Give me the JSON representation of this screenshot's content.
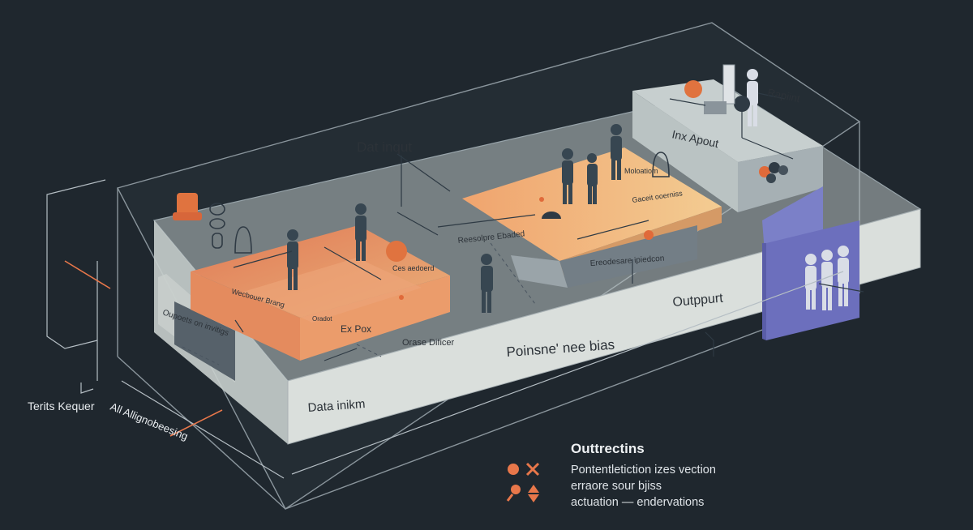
{
  "diagram": {
    "labels": {
      "data_input": "Dat inqut",
      "inx_apout": "Inx Apout",
      "rapiint": "Rapiint",
      "moloatiom": "Moloatiom",
      "gaceit_ooerniss": "Gaceit ooerniss",
      "reesolpre_ebaded": "Reesolpre Ebaded",
      "ereodesare_ipiedcon": "Ereodesare ipiedcon",
      "ces_aedoerd": "Ces aedoerd",
      "wecbouer_brang": "Wecbouer Brang",
      "oradot": "Oradot",
      "ex_pox": "Ex Pox",
      "oupoets_on_invitigs": "Oupoets on invitigs",
      "orase_dificer": "Orase Dificer",
      "output": "Outppurt",
      "poinsne_nee_bias": "Poinsne' nee bias",
      "data_inikm": "Data inikm",
      "terits_kequer": "Terits Kequer",
      "all_alignment": "All Allignobeesing"
    }
  },
  "legend": {
    "title": "Outtrectins",
    "lines": [
      "Pontentletiction izes vection",
      "erraore sour bjiss",
      "actuation — endervations"
    ]
  },
  "colors": {
    "background": "#1f272e",
    "accent": "#e8774a",
    "platform": "#c9d2d2",
    "orange_zone": "#e79566",
    "input_zone": "#f0b77f",
    "purple_block": "#6c6fbd"
  }
}
